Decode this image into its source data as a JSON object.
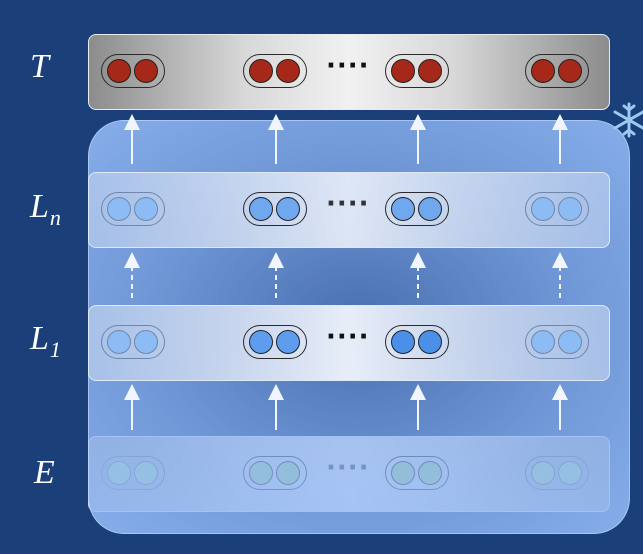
{
  "labels": {
    "top": "T",
    "ln_main": "L",
    "ln_sub": "n",
    "l1_main": "L",
    "l1_sub": "1",
    "embed": "E"
  },
  "ellipsis": "····",
  "colors": {
    "background": "#1b3f78",
    "top_neuron": "#a62818",
    "layer_neuron": "#6fa8ef",
    "embed_neuron": "#a6dc8f",
    "overlay": "#8fb8f5",
    "snowflake": "#9ccaf2"
  },
  "icons": {
    "frozen": "snowflake-icon"
  }
}
